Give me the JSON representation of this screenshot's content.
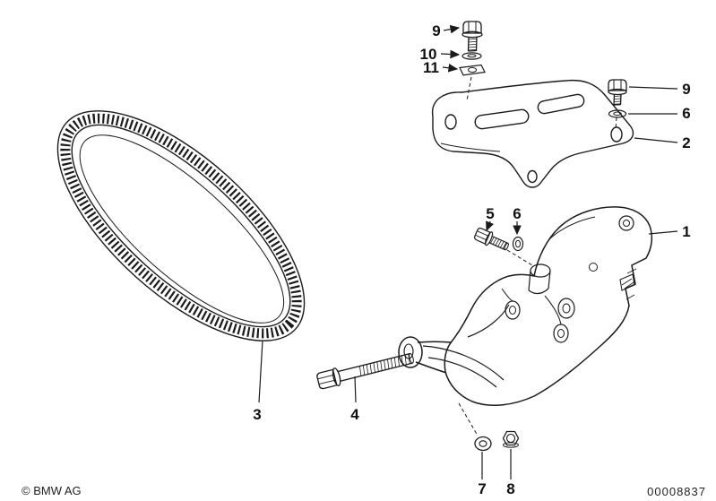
{
  "diagram": {
    "copyright": "© BMW AG",
    "document_number": "00008837",
    "colors": {
      "ink": "#1a1a1a",
      "background": "#ffffff"
    },
    "callouts": [
      {
        "target": "bolt-top",
        "label": "9"
      },
      {
        "target": "washer-top",
        "label": "10"
      },
      {
        "target": "lock-plate-top",
        "label": "11"
      },
      {
        "target": "bolt-right",
        "label": "9"
      },
      {
        "target": "washer-right",
        "label": "6"
      },
      {
        "target": "support-plate",
        "label": "2"
      },
      {
        "target": "carrier-bracket",
        "label": "1"
      },
      {
        "target": "bolt-mid",
        "label": "5"
      },
      {
        "target": "washer-mid",
        "label": "6"
      },
      {
        "target": "v-belt",
        "label": "3"
      },
      {
        "target": "bolt-long",
        "label": "4"
      },
      {
        "target": "washer-bottom",
        "label": "7"
      },
      {
        "target": "nut-bottom",
        "label": "8"
      }
    ]
  }
}
